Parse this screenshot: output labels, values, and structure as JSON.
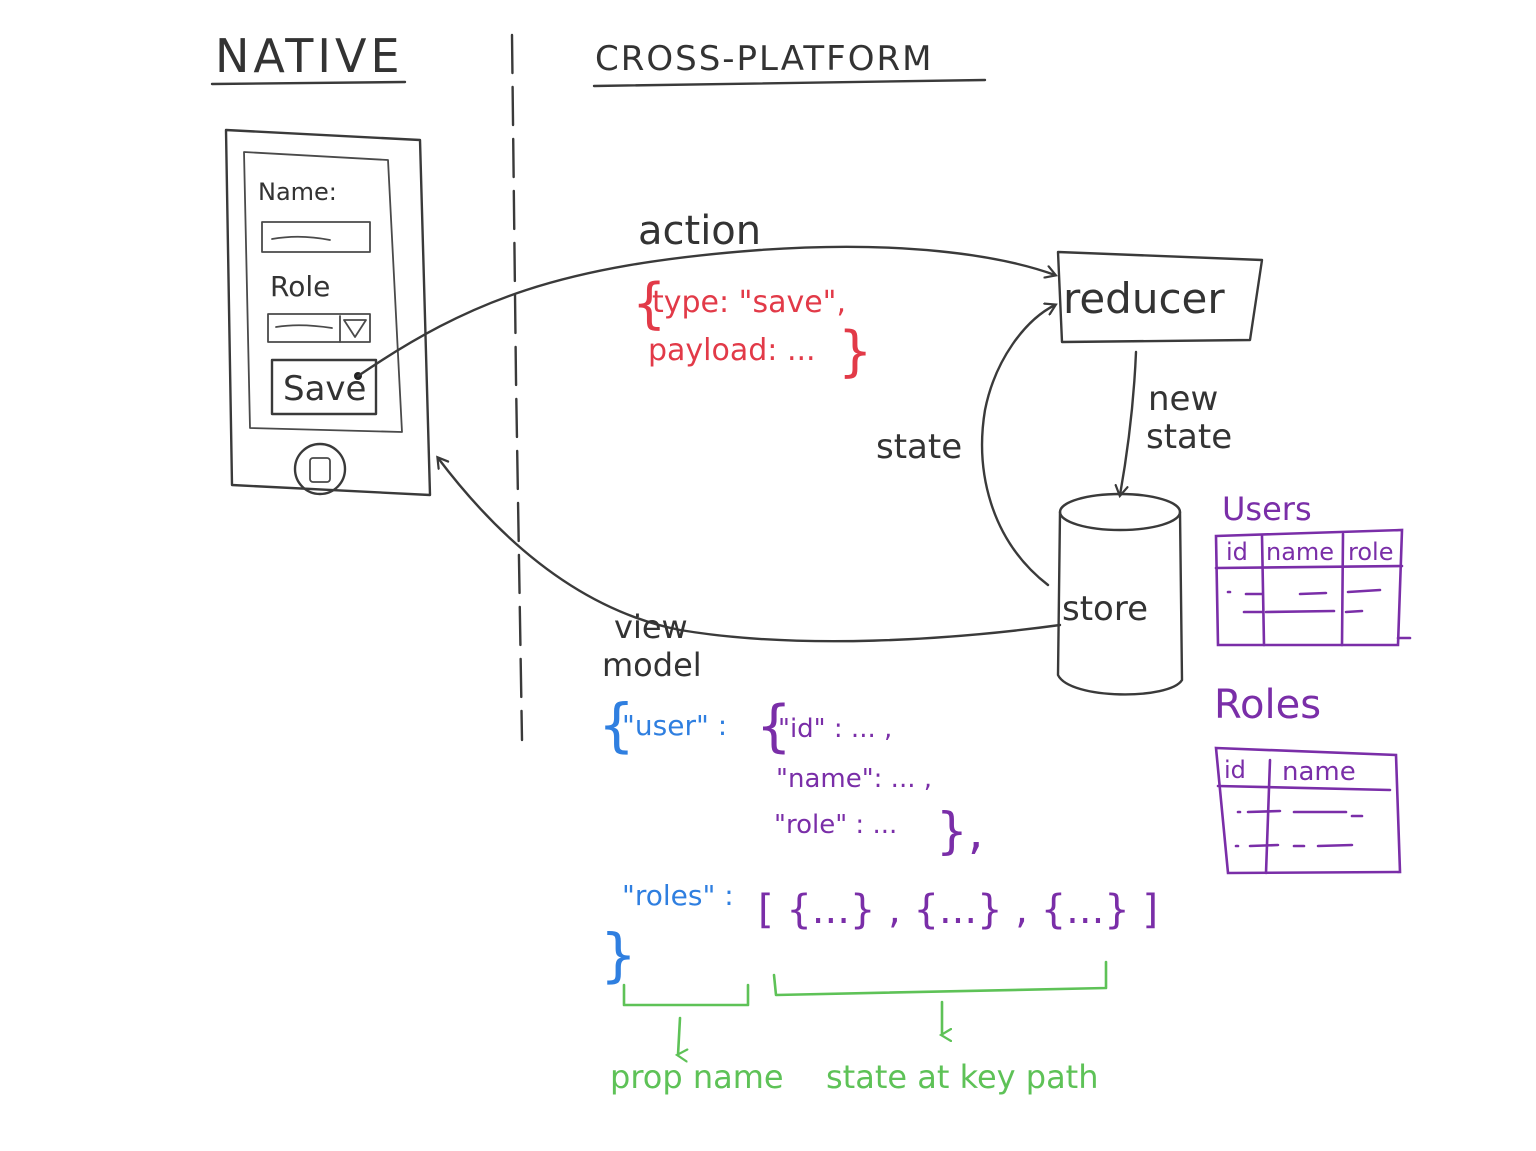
{
  "headings": {
    "native": "NATIVE",
    "cross_platform": "CROSS-PLATFORM"
  },
  "phone": {
    "name_label": "Name:",
    "role_label": "Role",
    "save_label": "Save"
  },
  "flow": {
    "action_label": "action",
    "reducer_label": "reducer",
    "new_state_line1": "new",
    "new_state_line2": "state",
    "state_label": "state",
    "store_label": "store",
    "view_model_line1": "view",
    "view_model_line2": "model"
  },
  "action_code": {
    "line1_open": "{",
    "line1": "type: \"save\",",
    "line2": "payload: ...",
    "line2_close": "}"
  },
  "view_model_code": {
    "open_brace": "{",
    "user_key": "\"user\" :",
    "user_open": "{",
    "user_id": "\"id\" : ... ,",
    "user_name": "\"name\": ... ,",
    "user_role": "\"role\" :  ...",
    "user_close": "},",
    "roles_key": "\"roles\" :",
    "roles_value": "[ {...} , {...} , {...} ]",
    "close_brace": "}"
  },
  "annotations": {
    "prop_name": "prop name",
    "state_at_key_path": "state at key path"
  },
  "tables": {
    "users": {
      "title": "Users",
      "columns": [
        "id",
        "name",
        "role"
      ]
    },
    "roles": {
      "title": "Roles",
      "columns": [
        "id",
        "name"
      ]
    }
  },
  "colors": {
    "pencil": "#3a3a3a",
    "action_red": "#e23a48",
    "view_model_blue": "#2f7fe0",
    "state_purple": "#7a2ea8",
    "annotation_green": "#5ec257"
  }
}
